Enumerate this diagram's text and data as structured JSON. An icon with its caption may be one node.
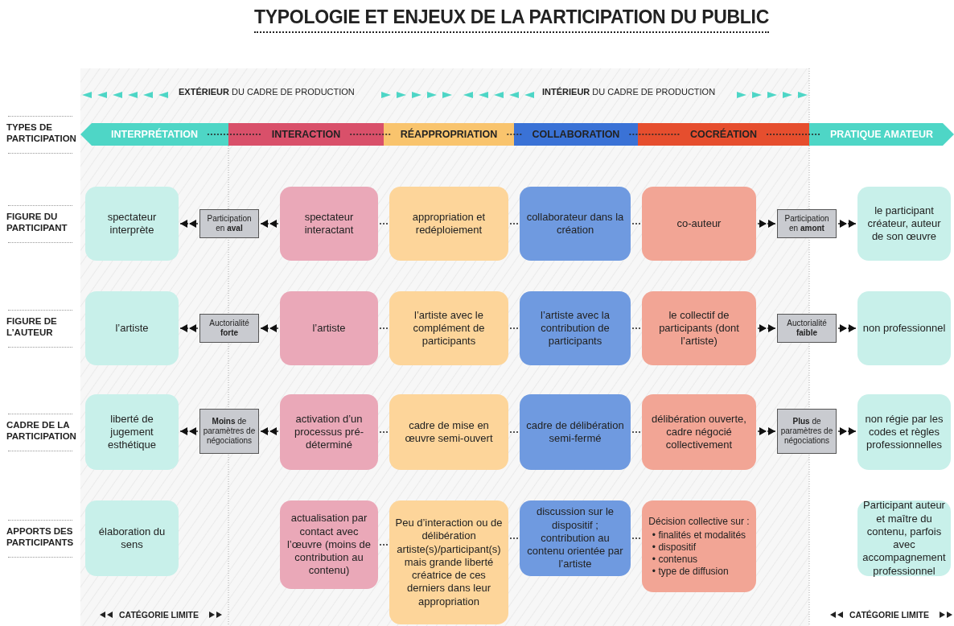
{
  "diagram": {
    "title": "TYPOLOGIE ET ENJEUX DE LA PARTICIPATION DU PUBLIC",
    "nodes": [
      {
        "text": [
          "INTERPRÉTATION"
        ]
      },
      {
        "text": [
          "INTERACTION"
        ]
      },
      {
        "text": [
          "RÉAPPROPRIATION"
        ]
      },
      {
        "text": [
          "COLLABORATION"
        ]
      },
      {
        "text": [
          "COCRÉATION"
        ]
      },
      {
        "text": [
          "PRATIQUE AMATEUR"
        ]
      },
      {
        "text": [
          "spectateur interprète"
        ]
      },
      {
        "text": [
          "Participation en **aval**"
        ]
      },
      {
        "text": [
          "spectateur interactant"
        ]
      },
      {
        "text": [
          "appropriation et redéploiement"
        ]
      },
      {
        "text": [
          "collaborateur dans la création"
        ]
      },
      {
        "text": [
          "co-auteur"
        ]
      },
      {
        "text": [
          "Participation en **amont**"
        ]
      },
      {
        "text": [
          "le participant créateur, auteur de son œuvre"
        ]
      },
      {
        "text": [
          "l’artiste"
        ]
      },
      {
        "text": [
          "Auctorialité **forte**"
        ]
      },
      {
        "text": [
          "l’artiste"
        ]
      },
      {
        "text": [
          "l’artiste avec le complément de participants"
        ]
      },
      {
        "text": [
          "l’artiste avec la contribution de participants"
        ]
      },
      {
        "text": [
          "le collectif de participants (dont l’artiste)"
        ]
      },
      {
        "text": [
          "Auctorialité **faible**"
        ]
      },
      {
        "text": [
          "non professionnel"
        ]
      },
      {
        "text": [
          "liberté de jugement esthétique"
        ]
      },
      {
        "text": [
          "**Moins** de paramètres de négociations"
        ]
      },
      {
        "text": [
          "activation d’un processus pré-déterminé"
        ]
      },
      {
        "text": [
          "cadre de mise en œuvre semi-ouvert"
        ]
      },
      {
        "text": [
          "cadre de délibération semi-fermé"
        ]
      },
      {
        "text": [
          "délibération ouverte, cadre négocié collectivement"
        ]
      },
      {
        "text": [
          "**Plus** de paramètres de négociations"
        ]
      },
      {
        "text": [
          "non régie par les codes et règles professionnelles"
        ]
      },
      {
        "text": [
          "élaboration du sens"
        ]
      },
      {
        "text": [
          "actualisation par contact avec l’œuvre (moins de contribution au contenu)"
        ]
      },
      {
        "text": [
          "Peu d’interaction ou de délibération artiste(s)/participant(s) mais grande liberté créatrice de ces derniers dans leur appropriation"
        ]
      },
      {
        "text": [
          "discussion sur le dispositif ; contribution au contenu orientée par l’artiste"
        ]
      },
      {
        "text": [
          "Décision collective sur :",
          "• finalités et modalités",
          "• dispositif",
          "• contenus",
          "• type de diffusion"
        ]
      },
      {
        "text": [
          "Participant auteur et maître du contenu, parfois avec accompagnement professionnel"
        ]
      }
    ],
    "edges": [
      {
        "from": 0,
        "to": 1,
        "arrow": "none"
      },
      {
        "from": 1,
        "to": 2,
        "arrow": "none"
      },
      {
        "from": 2,
        "to": 3,
        "arrow": "none"
      },
      {
        "from": 3,
        "to": 4,
        "arrow": "none"
      },
      {
        "from": 4,
        "to": 5,
        "arrow": "none"
      },
      {
        "from": 8,
        "to": 7,
        "arrow": "to"
      },
      {
        "from": 7,
        "to": 6,
        "arrow": "to"
      },
      {
        "from": 8,
        "to": 9,
        "arrow": "none"
      },
      {
        "from": 9,
        "to": 10,
        "arrow": "none"
      },
      {
        "from": 10,
        "to": 11,
        "arrow": "none"
      },
      {
        "from": 11,
        "to": 12,
        "arrow": "to"
      },
      {
        "from": 12,
        "to": 13,
        "arrow": "to"
      },
      {
        "from": 16,
        "to": 15,
        "arrow": "to"
      },
      {
        "from": 15,
        "to": 14,
        "arrow": "to"
      },
      {
        "from": 16,
        "to": 17,
        "arrow": "none"
      },
      {
        "from": 17,
        "to": 18,
        "arrow": "none"
      },
      {
        "from": 18,
        "to": 19,
        "arrow": "none"
      },
      {
        "from": 19,
        "to": 20,
        "arrow": "to"
      },
      {
        "from": 20,
        "to": 21,
        "arrow": "to"
      },
      {
        "from": 24,
        "to": 23,
        "arrow": "to"
      },
      {
        "from": 23,
        "to": 22,
        "arrow": "to"
      },
      {
        "from": 24,
        "to": 25,
        "arrow": "none"
      },
      {
        "from": 25,
        "to": 26,
        "arrow": "none"
      },
      {
        "from": 26,
        "to": 27,
        "arrow": "none"
      },
      {
        "from": 27,
        "to": 28,
        "arrow": "to"
      },
      {
        "from": 28,
        "to": 29,
        "arrow": "to"
      },
      {
        "from": 31,
        "to": 32,
        "arrow": "none"
      },
      {
        "from": 32,
        "to": 33,
        "arrow": "none"
      },
      {
        "from": 33,
        "to": 34,
        "arrow": "none"
      }
    ],
    "labels": [
      "**EXTÉRIEUR** DU CADRE DE PRODUCTION",
      "**INTÉRIEUR** DU CADRE DE PRODUCTION",
      "TYPES DE PARTICIPATION",
      "FIGURE DU PARTICIPANT",
      "FIGURE DE L’AUTEUR",
      "CADRE DE LA PARTICIPATION",
      "APPORTS DES PARTICIPANTS",
      "CATÉGORIE LIMITE",
      "CATÉGORIE LIMITE"
    ]
  }
}
